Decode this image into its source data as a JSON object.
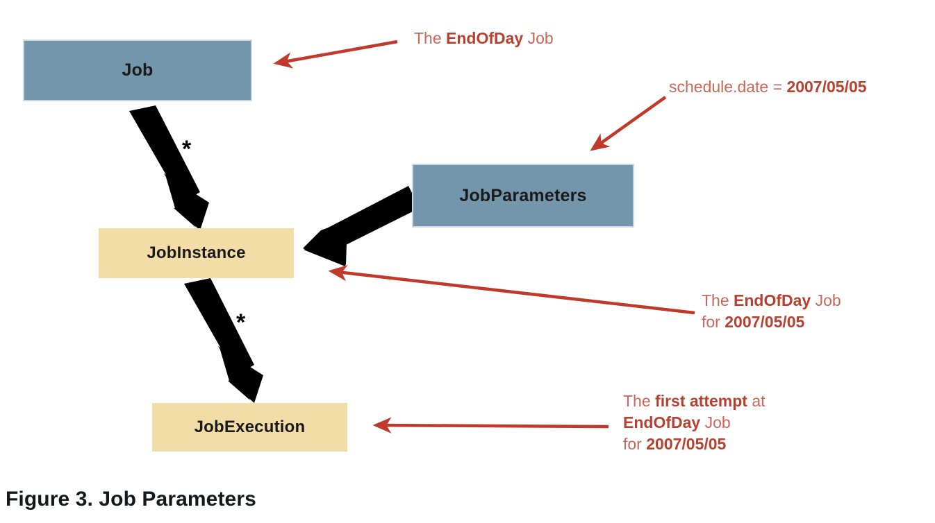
{
  "figure": {
    "caption": "Figure 3. Job Parameters",
    "background_color": "#ffffff"
  },
  "palette": {
    "entity_blue": "#7396ad",
    "entity_tan": "#f2dda6",
    "annotation_red": "#c8675a",
    "annotation_red_bold": "#b8402f",
    "arrow_black": "#000000",
    "arrow_red": "#c0392b",
    "text_dark": "#1a1a1a"
  },
  "boxes": [
    {
      "id": "job",
      "label": "Job",
      "fill": "blue"
    },
    {
      "id": "jobparameters",
      "label": "JobParameters",
      "fill": "blue"
    },
    {
      "id": "jobinstance",
      "label": "JobInstance",
      "fill": "tan"
    },
    {
      "id": "jobexecution",
      "label": "JobExecution",
      "fill": "tan"
    }
  ],
  "relations": [
    {
      "id": "job-to-jobinstance",
      "from": "Job",
      "to": "JobInstance",
      "multiplicity": "*",
      "style": "black-thick-arrow"
    },
    {
      "id": "jobinstance-to-jobexecution",
      "from": "JobInstance",
      "to": "JobExecution",
      "multiplicity": "*",
      "style": "black-thick-arrow"
    },
    {
      "id": "jobparameters-to-jobinstance",
      "from": "JobParameters",
      "to": "JobInstance",
      "multiplicity": "",
      "style": "black-thick-arrow"
    }
  ],
  "annotations": [
    {
      "id": "job",
      "target": "Job",
      "lines": [
        [
          {
            "text": "The ",
            "bold": false
          },
          {
            "text": "EndOfDay",
            "bold": true
          },
          {
            "text": " Job",
            "bold": false
          }
        ]
      ]
    },
    {
      "id": "parameters",
      "target": "JobParameters",
      "lines": [
        [
          {
            "text": "schedule.date = ",
            "bold": false
          },
          {
            "text": "2007/05/05",
            "bold": true
          }
        ]
      ]
    },
    {
      "id": "instance",
      "target": "JobInstance",
      "lines": [
        [
          {
            "text": "The ",
            "bold": false
          },
          {
            "text": "EndOfDay",
            "bold": true
          },
          {
            "text": " Job",
            "bold": false
          }
        ],
        [
          {
            "text": "for ",
            "bold": false
          },
          {
            "text": "2007/05/05",
            "bold": true
          }
        ]
      ]
    },
    {
      "id": "execution",
      "target": "JobExecution",
      "lines": [
        [
          {
            "text": "The ",
            "bold": false
          },
          {
            "text": "first attempt",
            "bold": true
          },
          {
            "text": " at",
            "bold": false
          }
        ],
        [
          {
            "text": "EndOfDay",
            "bold": true
          },
          {
            "text": " Job",
            "bold": false
          }
        ],
        [
          {
            "text": "for ",
            "bold": false
          },
          {
            "text": "2007/05/05",
            "bold": true
          }
        ]
      ]
    }
  ]
}
